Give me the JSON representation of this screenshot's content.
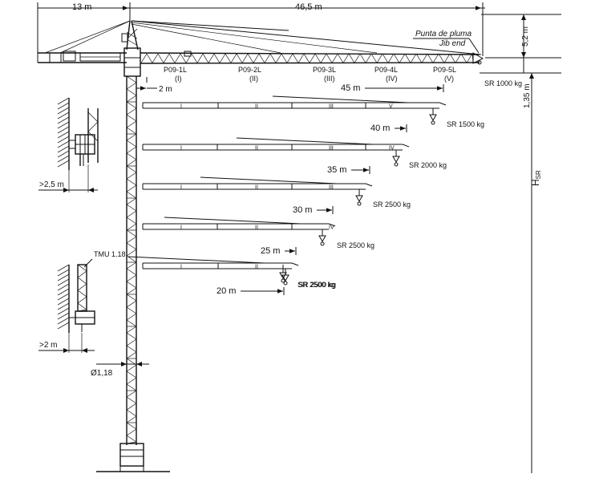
{
  "dimensions": {
    "counter_jib": "13 m",
    "main_jib": "46,5 m",
    "jib_height": "5,2 m",
    "hook_offset": "1,35 m",
    "hsr": "H",
    "hsr_sub": "SR",
    "mast_offset": "2 m"
  },
  "jib_end_labels": {
    "es": "Punta de pluma",
    "en": "Jib end"
  },
  "jib_sections": [
    {
      "code": "P09-1L",
      "roman": "(I)"
    },
    {
      "code": "P09-2L",
      "roman": "(II)"
    },
    {
      "code": "P09-3L",
      "roman": "(III)"
    },
    {
      "code": "P09-4L",
      "roman": "(IV)"
    },
    {
      "code": "P09-5L",
      "roman": "(V)"
    }
  ],
  "top_load": "SR 1000 kg",
  "configs": [
    {
      "length": "45 m",
      "load": "SR 1500 kg",
      "segments": [
        "I",
        "II",
        "III",
        "V"
      ]
    },
    {
      "length": "40 m",
      "load": "SR 2000 kg",
      "segments": [
        "I",
        "II",
        "III",
        "IV"
      ]
    },
    {
      "length": "35 m",
      "load": "SR 2500 kg",
      "segments": [
        "I",
        "II",
        "III"
      ]
    },
    {
      "length": "30 m",
      "load": "SR 2500 kg",
      "segments": [
        "I",
        "II",
        "IV"
      ]
    },
    {
      "length": "25 m",
      "load": "SR 2500 kg",
      "segments": [
        "I",
        "II"
      ]
    },
    {
      "length": "20 m",
      "load": "SR 2500 kg",
      "segments": []
    }
  ],
  "wall_details": {
    "top_clearance": ">2,5 m",
    "bottom_clearance": ">2 m",
    "tie_label": "TMU 1.18",
    "mast_size": "Ø1,18"
  }
}
